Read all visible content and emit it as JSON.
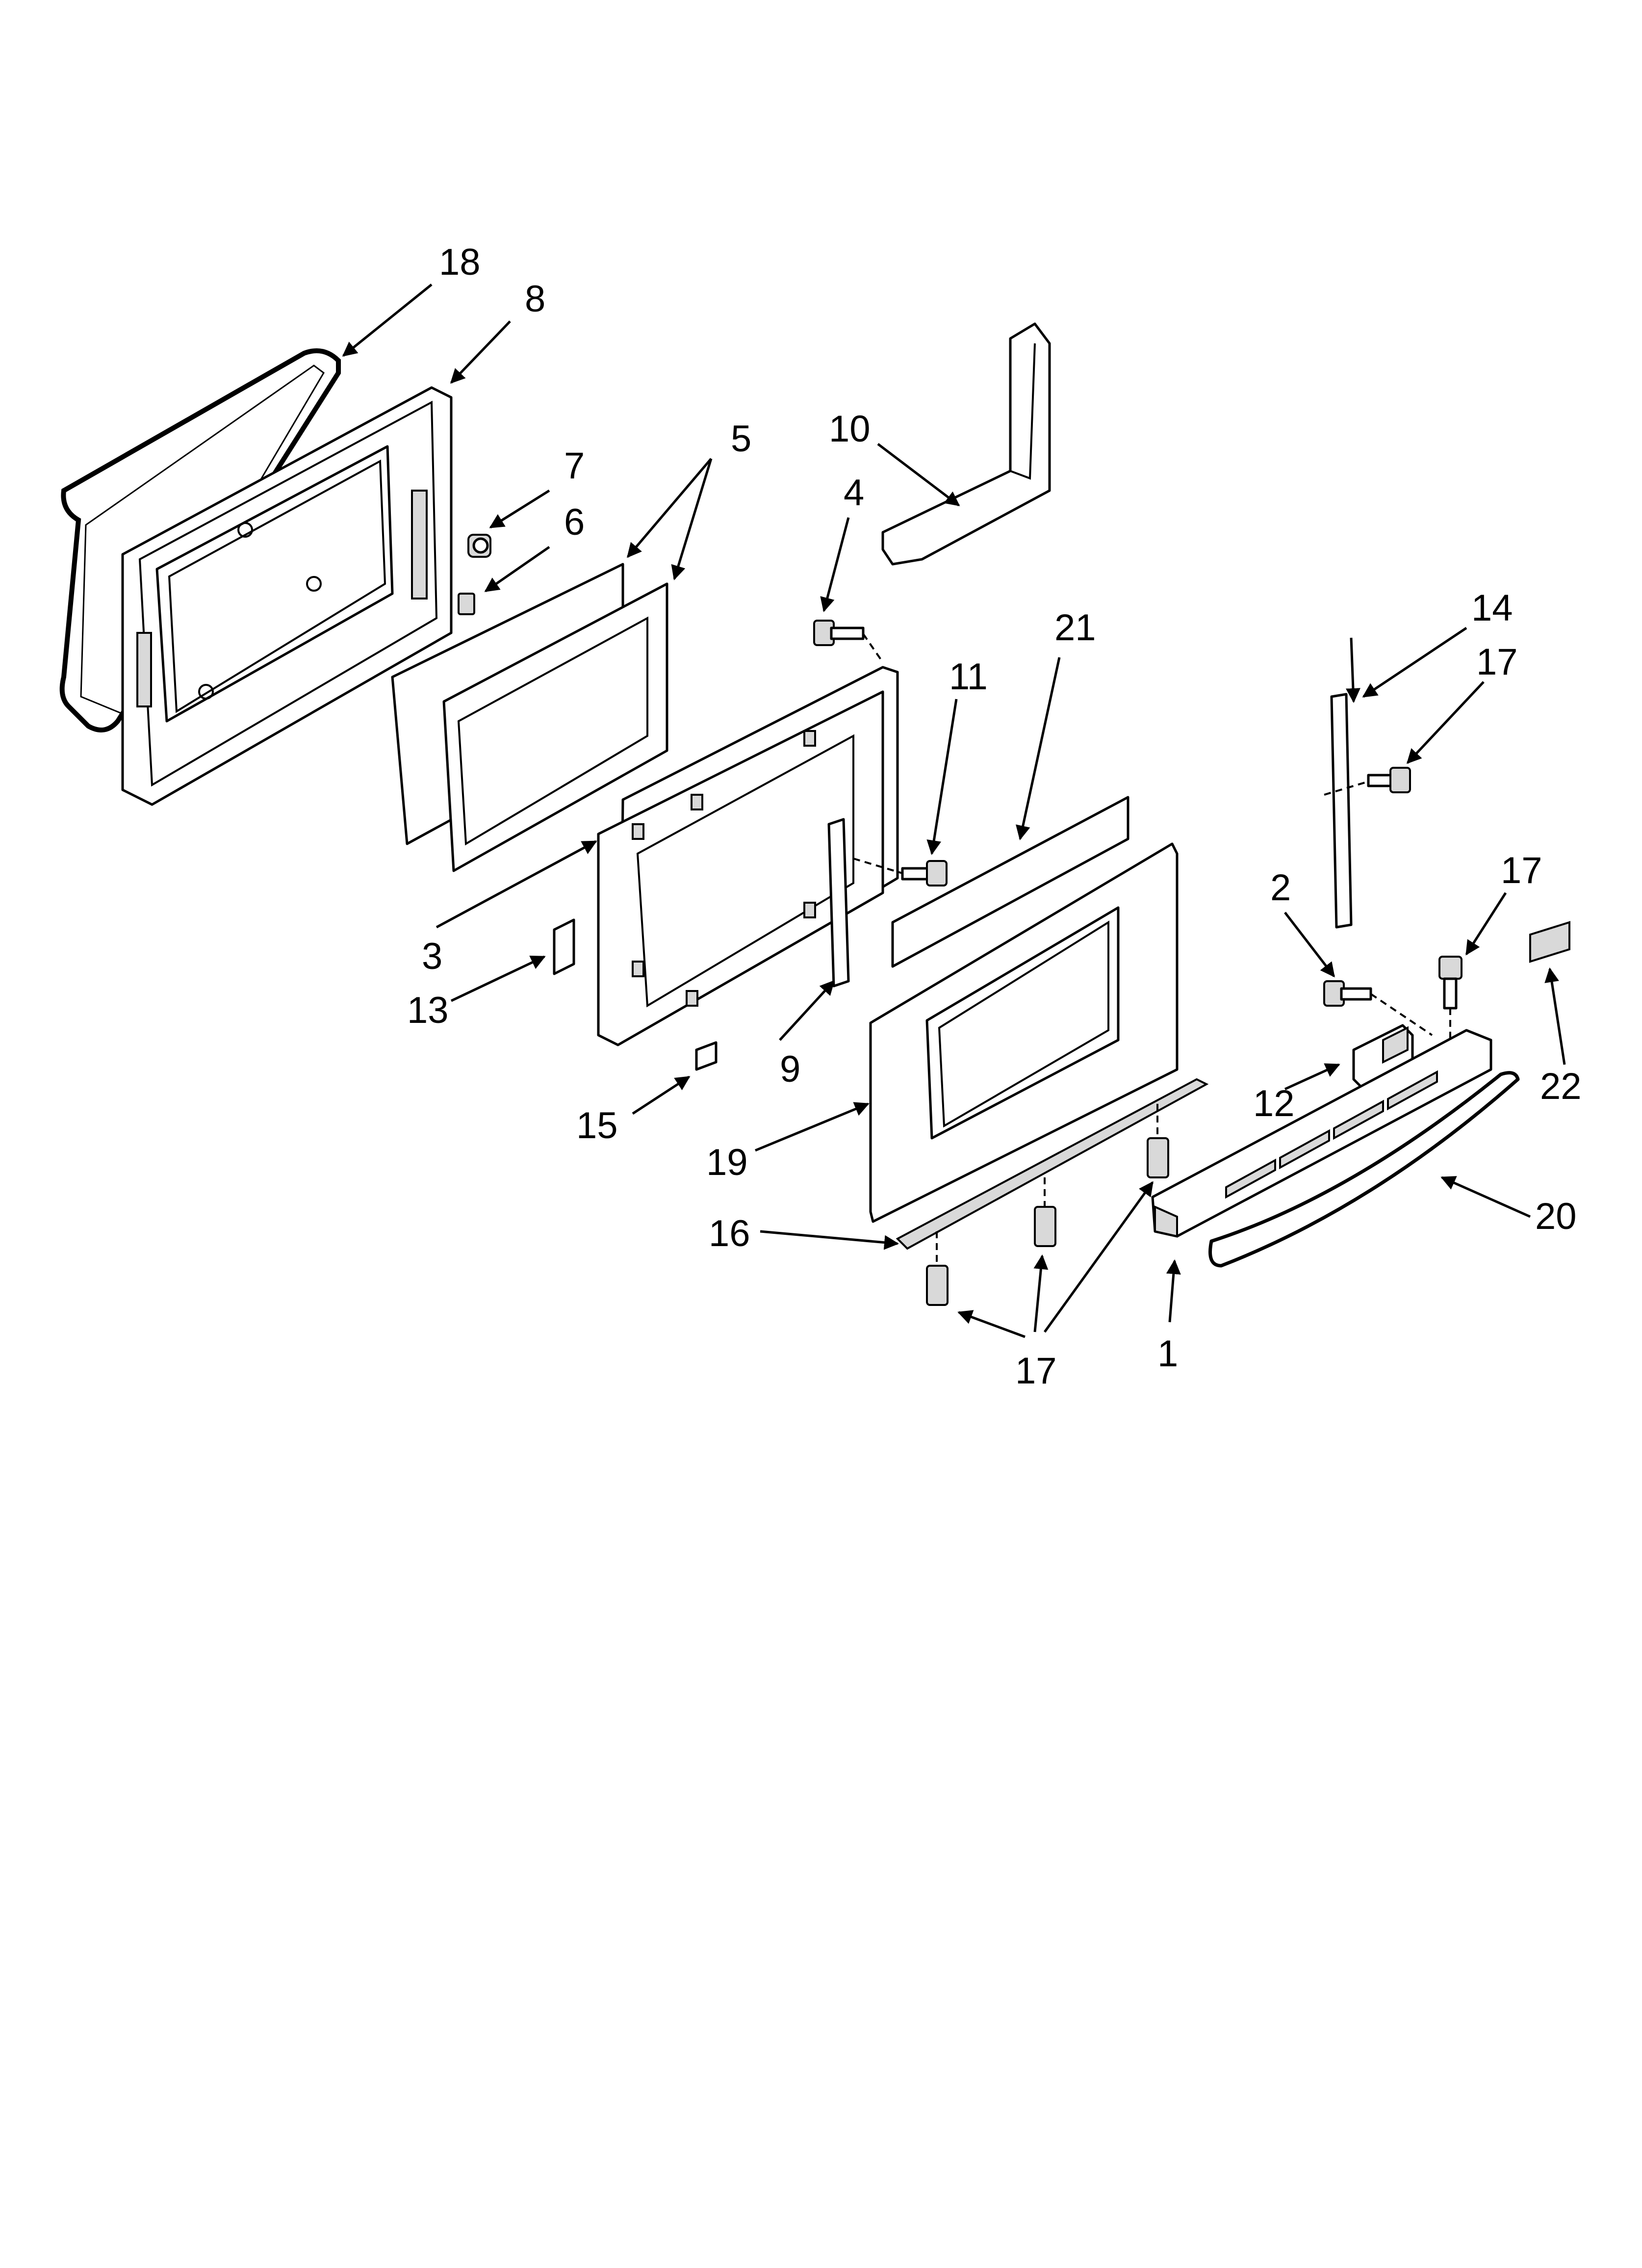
{
  "callouts": {
    "c1": "1",
    "c2": "2",
    "c3": "3",
    "c4": "4",
    "c5": "5",
    "c6": "6",
    "c7": "7",
    "c8": "8",
    "c9": "9",
    "c10": "10",
    "c11": "11",
    "c12": "12",
    "c13": "13",
    "c14": "14",
    "c15": "15",
    "c16": "16",
    "c17a": "17",
    "c17b": "17",
    "c17c": "17",
    "c18": "18",
    "c19": "19",
    "c20": "20",
    "c21": "21",
    "c22": "22"
  }
}
